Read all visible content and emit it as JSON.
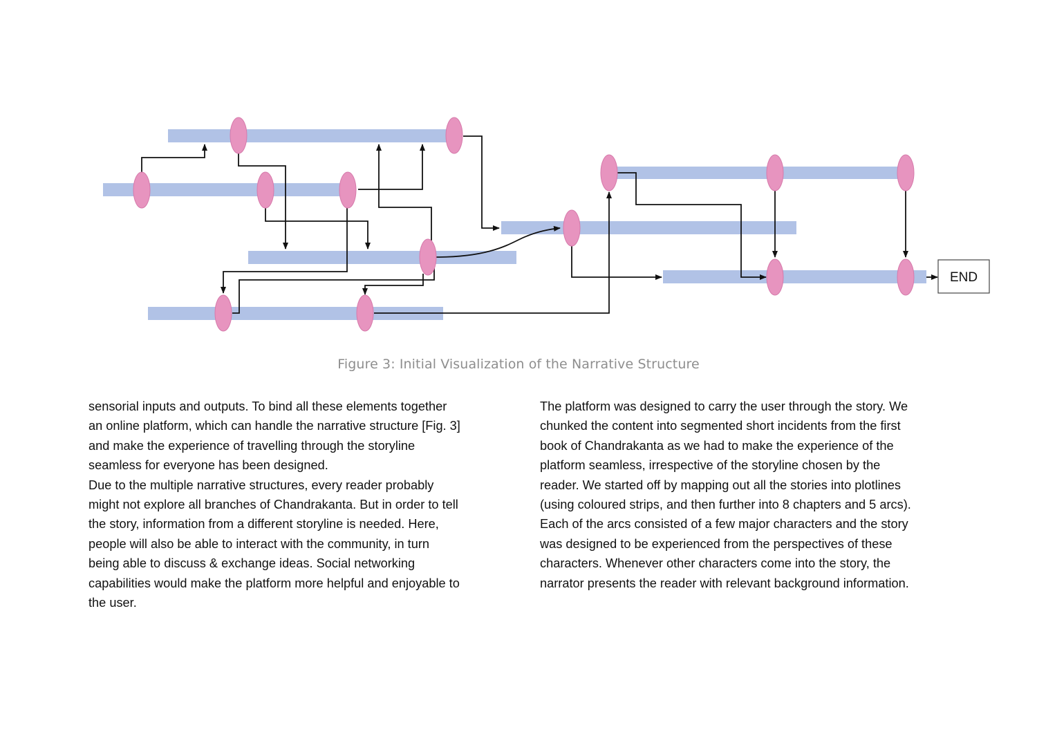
{
  "figure": {
    "caption": "Figure 3: Initial Visualization of the Narrative Structure",
    "end_label": "END",
    "colors": {
      "strip": "#b1c2e6",
      "node": "#e794bf",
      "edge": "#111111"
    }
  },
  "body": {
    "left_column": [
      [
        "sensorial inputs and outputs. To bind all these elements together",
        "an online platform, which can handle the narrative structure [Fig. 3]",
        "and make the experience of travelling through the storyline",
        "seamless for everyone has been designed."
      ],
      [
        "Due to the multiple narrative structures, every reader probably",
        "might not explore all branches of Chandrakanta. But in order to tell",
        "the story, information from a different storyline is needed. Here,",
        "people will also be able to interact with the community, in turn",
        "being able to discuss & exchange ideas. Social networking",
        "capabilities would make the platform more helpful and enjoyable to",
        "the user."
      ]
    ],
    "right_column": [
      [
        "The platform was designed to carry the user through the story. We",
        "chunked the content into segmented short incidents from the first",
        "book of Chandrakanta as we had to make the experience of the",
        "platform seamless, irrespective of the storyline chosen by the",
        "reader. We started off by mapping out all the stories into plotlines",
        "(using coloured strips, and then further into 8 chapters and 5 arcs).",
        "Each of the arcs consisted of a few major characters and the story",
        "was designed to be experienced from the perspectives of these",
        "characters. Whenever other characters come into the story, the",
        "narrator presents the reader with relevant background information."
      ]
    ]
  }
}
